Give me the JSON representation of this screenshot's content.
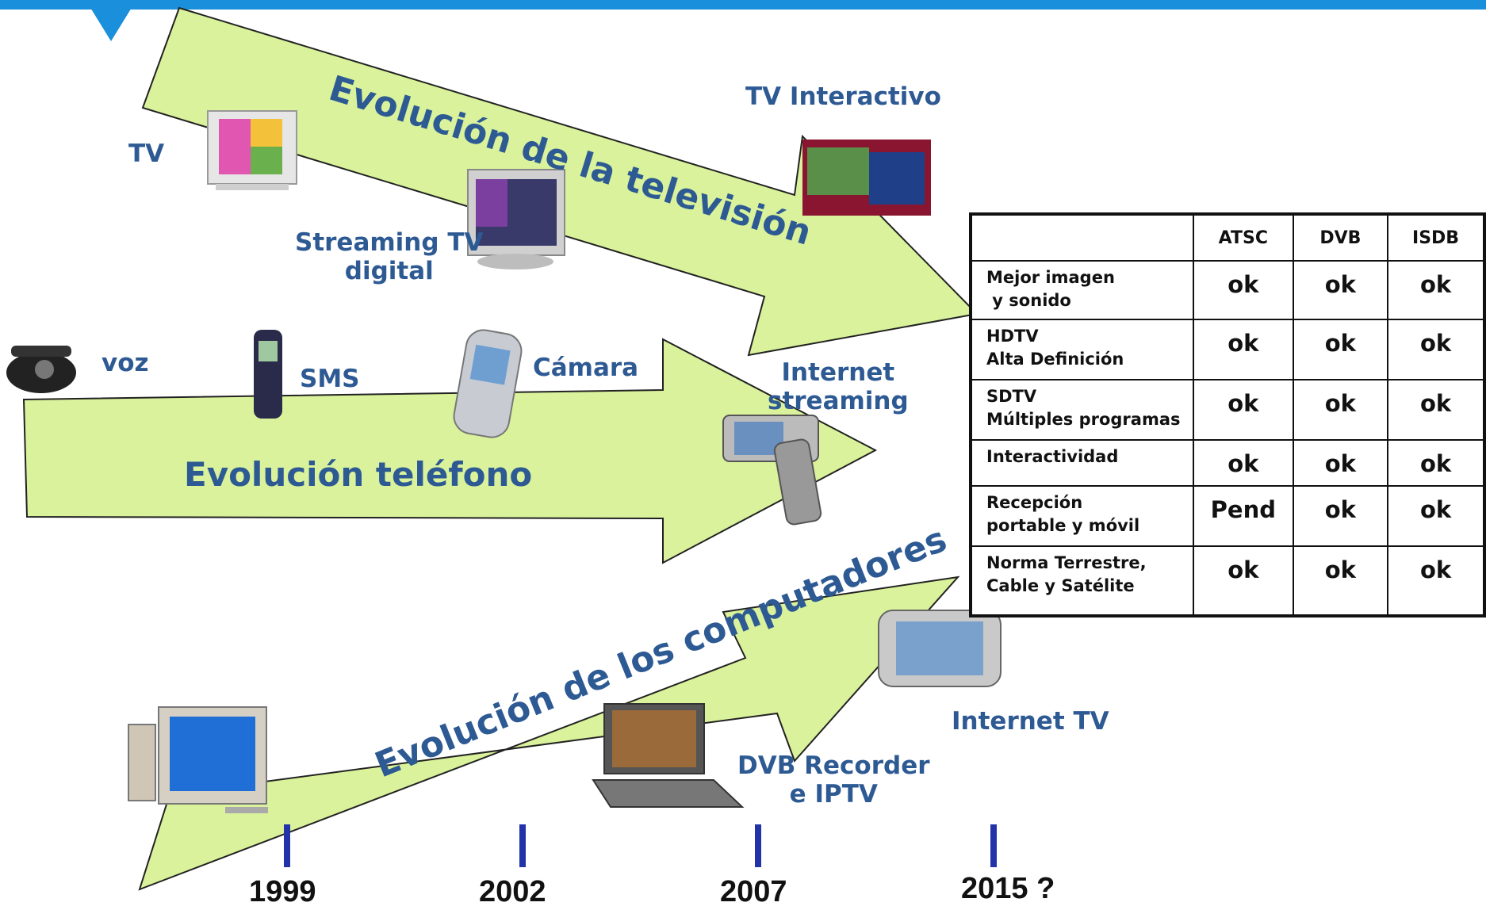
{
  "diagram": {
    "arrows": [
      {
        "id": "tv",
        "label": "Evolución de la televisión",
        "fill": "#d9f29b"
      },
      {
        "id": "phone",
        "label": "Evolución teléfono",
        "fill": "#d9f29b"
      },
      {
        "id": "computer",
        "label": "Evolución de los computadores",
        "fill": "#d9f29b"
      }
    ],
    "nodes": {
      "tv": "TV",
      "tv_interactive": "TV Interactivo",
      "streaming_tv_line1": "Streaming TV",
      "streaming_tv_line2": "digital",
      "voice": "voz",
      "sms": "SMS",
      "camera": "Cámara",
      "internet_streaming_line1": "Internet",
      "internet_streaming_line2": "streaming",
      "internet_tv": "Internet TV",
      "dvb_recorder_line1": "DVB Recorder",
      "dvb_recorder_line2": "e IPTV"
    },
    "device_icons": [
      "crt-monitor-icon",
      "interactive-tv-icon",
      "streaming-monitor-icon",
      "rotary-phone-icon",
      "cellphone-icon",
      "camera-phone-icon",
      "smartphone-icon",
      "tablet-device-icon",
      "desktop-computer-icon",
      "laptop-icon"
    ],
    "timeline": [
      "1999",
      "2002",
      "2007",
      "2015 ?"
    ],
    "colors": {
      "header_bar": "#1a8fdb",
      "label_blue": "#2e5a94",
      "tick_blue": "#2233aa"
    }
  },
  "table": {
    "columns": [
      "ATSC",
      "DVB",
      "ISDB"
    ],
    "rows": [
      {
        "feature": "Mejor imagen\n y sonido",
        "values": [
          "ok",
          "ok",
          "ok"
        ]
      },
      {
        "feature": "HDTV\nAlta Definición",
        "values": [
          "ok",
          "ok",
          "ok"
        ]
      },
      {
        "feature": "SDTV\nMúltiples programas",
        "values": [
          "ok",
          "ok",
          "ok"
        ]
      },
      {
        "feature": "Interactividad",
        "values": [
          "ok",
          "ok",
          "ok"
        ]
      },
      {
        "feature": "Recepción\nportable y móvil",
        "values": [
          "Pend",
          "ok",
          "ok"
        ]
      },
      {
        "feature": "Norma Terrestre,\nCable y Satélite",
        "values": [
          "ok",
          "ok",
          "ok"
        ]
      }
    ]
  }
}
